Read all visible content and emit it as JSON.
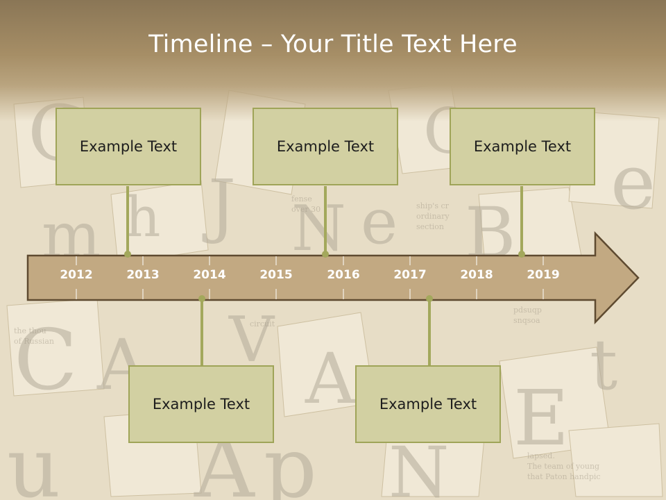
{
  "slide": {
    "title": "Timeline – Your Title Text Here"
  },
  "timeline": {
    "years": [
      "2012",
      "2013",
      "2014",
      "2015",
      "2016",
      "2017",
      "2018",
      "2019"
    ],
    "events": [
      {
        "text": "Example Text",
        "position": "above"
      },
      {
        "text": "Example Text",
        "position": "above"
      },
      {
        "text": "Example Text",
        "position": "above"
      },
      {
        "text": "Example Text",
        "position": "below"
      },
      {
        "text": "Example Text",
        "position": "below"
      }
    ]
  },
  "colors": {
    "arrow_fill": "#c2a982",
    "arrow_stroke": "#5e4a30",
    "box_fill": "#d2d0a2",
    "box_border": "#9fa458",
    "connector": "#a3a85c"
  }
}
